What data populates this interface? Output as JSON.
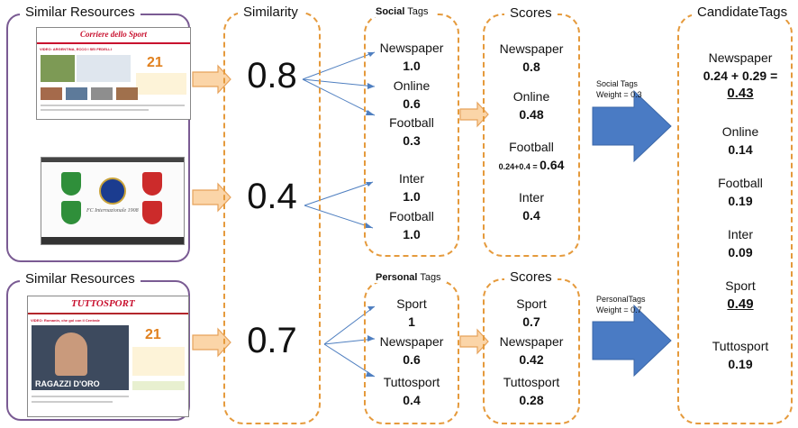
{
  "left": {
    "top_title": "Similar Resources",
    "bottom_title": "Similar Resources",
    "thumb1": {
      "masthead": "Corriere dello Sport",
      "date": "21",
      "headline": "VIDEO: ARGENTINA, ECCO I SEI FEDELLI"
    },
    "thumb2": {
      "signature": "FC Internazionale 1908"
    },
    "thumb3": {
      "masthead": "TUTTOSPORT",
      "date": "21",
      "caption": "RAGAZZI D'ORO",
      "headline": "VIDEO: Romanin, che gol con il Centrale"
    }
  },
  "similarity": {
    "title": "Similarity",
    "values": [
      "0.8",
      "0.4",
      "0.7"
    ]
  },
  "social_tags": {
    "title_bold": "Social",
    "title_rest": " Tags",
    "group1": [
      {
        "name": "Newspaper",
        "value": "1.0"
      },
      {
        "name": "Online",
        "value": "0.6"
      },
      {
        "name": "Football",
        "value": "0.3"
      }
    ],
    "group2": [
      {
        "name": "Inter",
        "value": "1.0"
      },
      {
        "name": "Football",
        "value": "1.0"
      }
    ]
  },
  "personal_tags": {
    "title_bold": "Personal",
    "title_rest": " Tags",
    "items": [
      {
        "name": "Sport",
        "value": "1"
      },
      {
        "name": "Newspaper",
        "value": "0.6"
      },
      {
        "name": "Tuttosport",
        "value": "0.4"
      }
    ]
  },
  "social_scores": {
    "title": "Scores",
    "items": [
      {
        "name": "Newspaper",
        "value": "0.8"
      },
      {
        "name": "Online",
        "value": "0.48"
      },
      {
        "name": "Football",
        "value_prefix": "0.24+0.4 = ",
        "value": "0.64"
      },
      {
        "name": "Inter",
        "value": "0.4"
      }
    ]
  },
  "personal_scores": {
    "title": "Scores",
    "items": [
      {
        "name": "Sport",
        "value": "0.7"
      },
      {
        "name": "Newspaper",
        "value": "0.42"
      },
      {
        "name": "Tuttosport",
        "value": "0.28"
      }
    ]
  },
  "weights": {
    "social": {
      "line1": "Social Tags",
      "line2": "Weight = 0.3"
    },
    "personal": {
      "line1": "PersonalTags",
      "line2": "Weight = 0.7"
    }
  },
  "candidate": {
    "title": "CandidateTags",
    "newspaper": {
      "name": "Newspaper",
      "formula": "0.24 + 0.29 =",
      "value": "0.43"
    },
    "online": {
      "name": "Online",
      "value": "0.14"
    },
    "football": {
      "name": "Football",
      "value": "0.19"
    },
    "inter": {
      "name": "Inter",
      "value": "0.09"
    },
    "sport": {
      "name": "Sport",
      "value": "0.49"
    },
    "tuttosport": {
      "name": "Tuttosport",
      "value": "0.19"
    }
  },
  "colors": {
    "purple_border": "#7a5b93",
    "orange_border": "#e59a3c",
    "small_arrow_fill": "#fbd5a8",
    "small_arrow_stroke": "#e7a25a",
    "big_arrow_fill": "#4a7bc4",
    "connector": "#4f7fc0"
  }
}
